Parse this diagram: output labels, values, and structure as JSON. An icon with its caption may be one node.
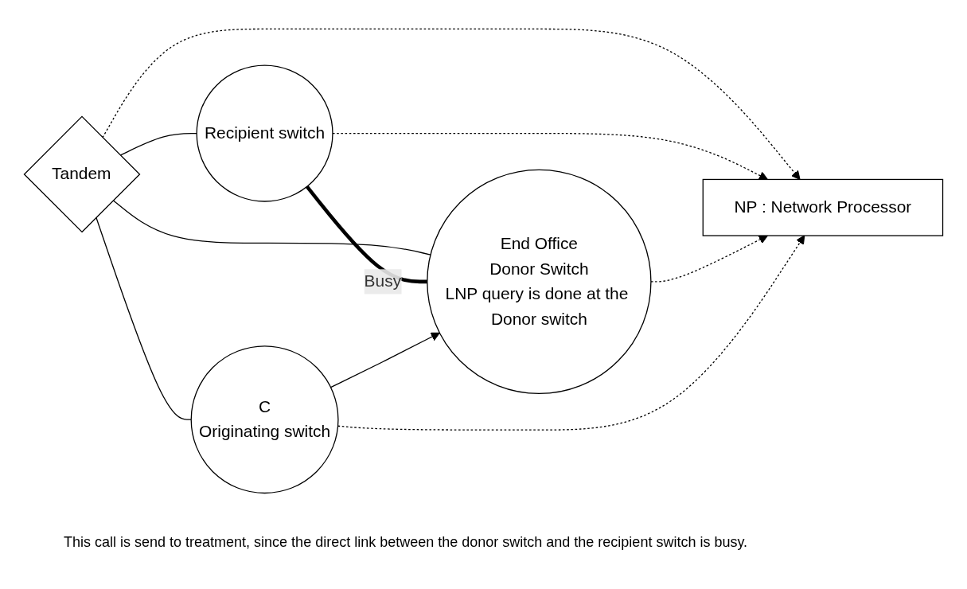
{
  "diagram": {
    "nodes": [
      {
        "text": [
          "NP : Network Processor"
        ]
      },
      {
        "text": [
          "Tandem"
        ]
      },
      {
        "text": [
          "Recipient switch"
        ]
      },
      {
        "text": [
          "End Office",
          "Donor Switch",
          "LNP query is done at the Donor switch"
        ]
      },
      {
        "text": [
          "C",
          "Originating switch"
        ]
      }
    ],
    "edges": [
      {
        "from": 1,
        "to": 0,
        "arrow": "to",
        "style": "dashed"
      },
      {
        "from": 2,
        "to": 0,
        "arrow": "to",
        "style": "dashed"
      },
      {
        "from": 3,
        "to": 0,
        "arrow": "to",
        "style": "dashed"
      },
      {
        "from": 4,
        "to": 0,
        "arrow": "to",
        "style": "dashed"
      },
      {
        "from": 1,
        "to": 2,
        "arrow": "none"
      },
      {
        "from": 1,
        "to": 3,
        "arrow": "none"
      },
      {
        "from": 1,
        "to": 4,
        "arrow": "none"
      },
      {
        "from": 2,
        "to": 3,
        "arrow": "none",
        "style": "thick",
        "label": "Busy"
      },
      {
        "from": 4,
        "to": 3,
        "arrow": "to"
      }
    ],
    "labels": [
      "This call is send to treatment, since the direct link between the donor switch and the recipient switch is busy."
    ]
  }
}
